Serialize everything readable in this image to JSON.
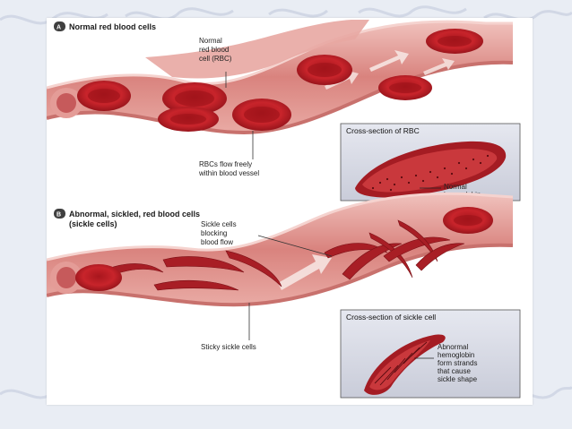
{
  "colors": {
    "vessel_outer": "#e7a8a4",
    "vessel_inner": "#b8474d",
    "vessel_wall_edge": "#f3c9c4",
    "rbc": "#c8242b",
    "rbc_dark": "#8d1118",
    "sickle": "#a81e25",
    "inset_bg": "#d8dbe6",
    "flow_arrow": "#f3dcd8",
    "badge": "#3f3f3f"
  },
  "panel_a": {
    "badge": "A",
    "title": "Normal red blood cells",
    "label_normal_rbc": [
      "Normal",
      "red blood",
      "cell (RBC)"
    ],
    "label_flow": [
      "RBCs flow freely",
      "within blood vessel"
    ],
    "inset": {
      "title": "Cross-section of RBC",
      "label": [
        "Normal",
        "hemoglobin"
      ]
    }
  },
  "panel_b": {
    "badge": "B",
    "title": [
      "Abnormal, sickled, red blood cells",
      "(sickle cells)"
    ],
    "label_blocking": [
      "Sickle cells",
      "blocking",
      "blood flow"
    ],
    "label_sticky": "Sticky sickle cells",
    "inset": {
      "title": "Cross-section of sickle cell",
      "label": [
        "Abnormal",
        "hemoglobin",
        "form strands",
        "that cause",
        "sickle shape"
      ]
    }
  }
}
